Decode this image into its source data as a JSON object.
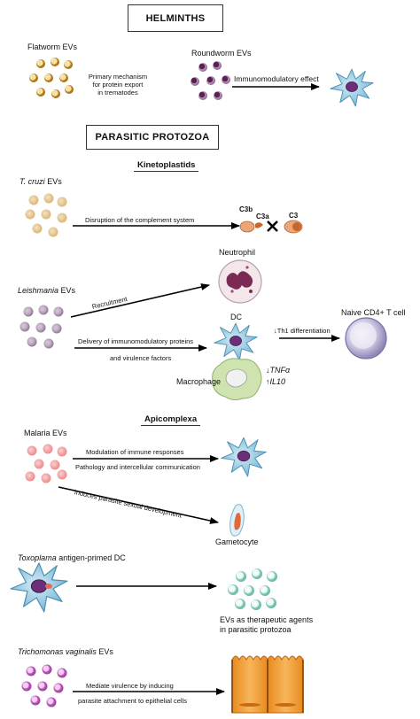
{
  "sections": {
    "helminths": "HELMINTHS",
    "protozoa": "PARASITIC PROTOZOA",
    "kinetoplastids": "Kinetoplastids",
    "apicomplexa": "Apicomplexa"
  },
  "helminths": {
    "flatworm_label": "Flatworm EVs",
    "flatworm_note_1": "Primary mechanism",
    "flatworm_note_2": "for protein export",
    "flatworm_note_3": "in trematodes",
    "roundworm_label": "Roundworm EVs",
    "roundworm_effect": "Immunomodulatory effect"
  },
  "tcruzi": {
    "name": "T. cruzi",
    "suffix": " EVs",
    "arrow_label": "Disruption of the complement system",
    "c3b": "C3b",
    "c3a": "C3a",
    "c3": "C3"
  },
  "leishmania": {
    "name": "Leishmania",
    "suffix": " EVs",
    "recruitment": "Recruitment",
    "neutrophil": "Neutrophil",
    "delivery_1": "Delivery of immunomodulatory proteins",
    "delivery_2": "and virulence factors",
    "dc": "DC",
    "th1": "Th1 differentiation",
    "th1_arrow": "↓",
    "naive": "Naive CD4+ T cell",
    "macrophage": "Macrophage",
    "tnf": "TNFα",
    "tnf_arrow": "↓",
    "il10": "IL10",
    "il10_arrow": "↑"
  },
  "malaria": {
    "label": "Malaria EVs",
    "modulation": "Modulation of immune responses",
    "pathology": "Pathology and intercellular communication",
    "sexual": "Induces parasite sexual development",
    "gametocyte": "Gametocyte"
  },
  "toxoplasma": {
    "name": "Toxoplama",
    "suffix": " antigen-primed DC",
    "therapeutic_1": "EVs as therapeutic agents",
    "therapeutic_2": "in parasitic protozoa"
  },
  "trichomonas": {
    "name": "Trichomonas vaginalis",
    "suffix": " EVs",
    "mediate_1": "Mediate virulence by inducing",
    "mediate_2": "parasite attachment to epithelial cells"
  },
  "colors": {
    "flatworm_ev": "#d8a23a",
    "roundworm_ev": "#7b3a78",
    "tcruzi_ev": "#efd1a2",
    "leishmania_ev": "#b9a3bd",
    "malaria_ev": "#f4a6a6",
    "toxo_ev": "#bfe4dc",
    "tricho_ev": "#d878d8",
    "dc_cell": "#8fc6df",
    "neutrophil_nucleus": "#7a2a55",
    "macrophage": "#cfe3b0",
    "epithelium": "#f2a23c"
  }
}
